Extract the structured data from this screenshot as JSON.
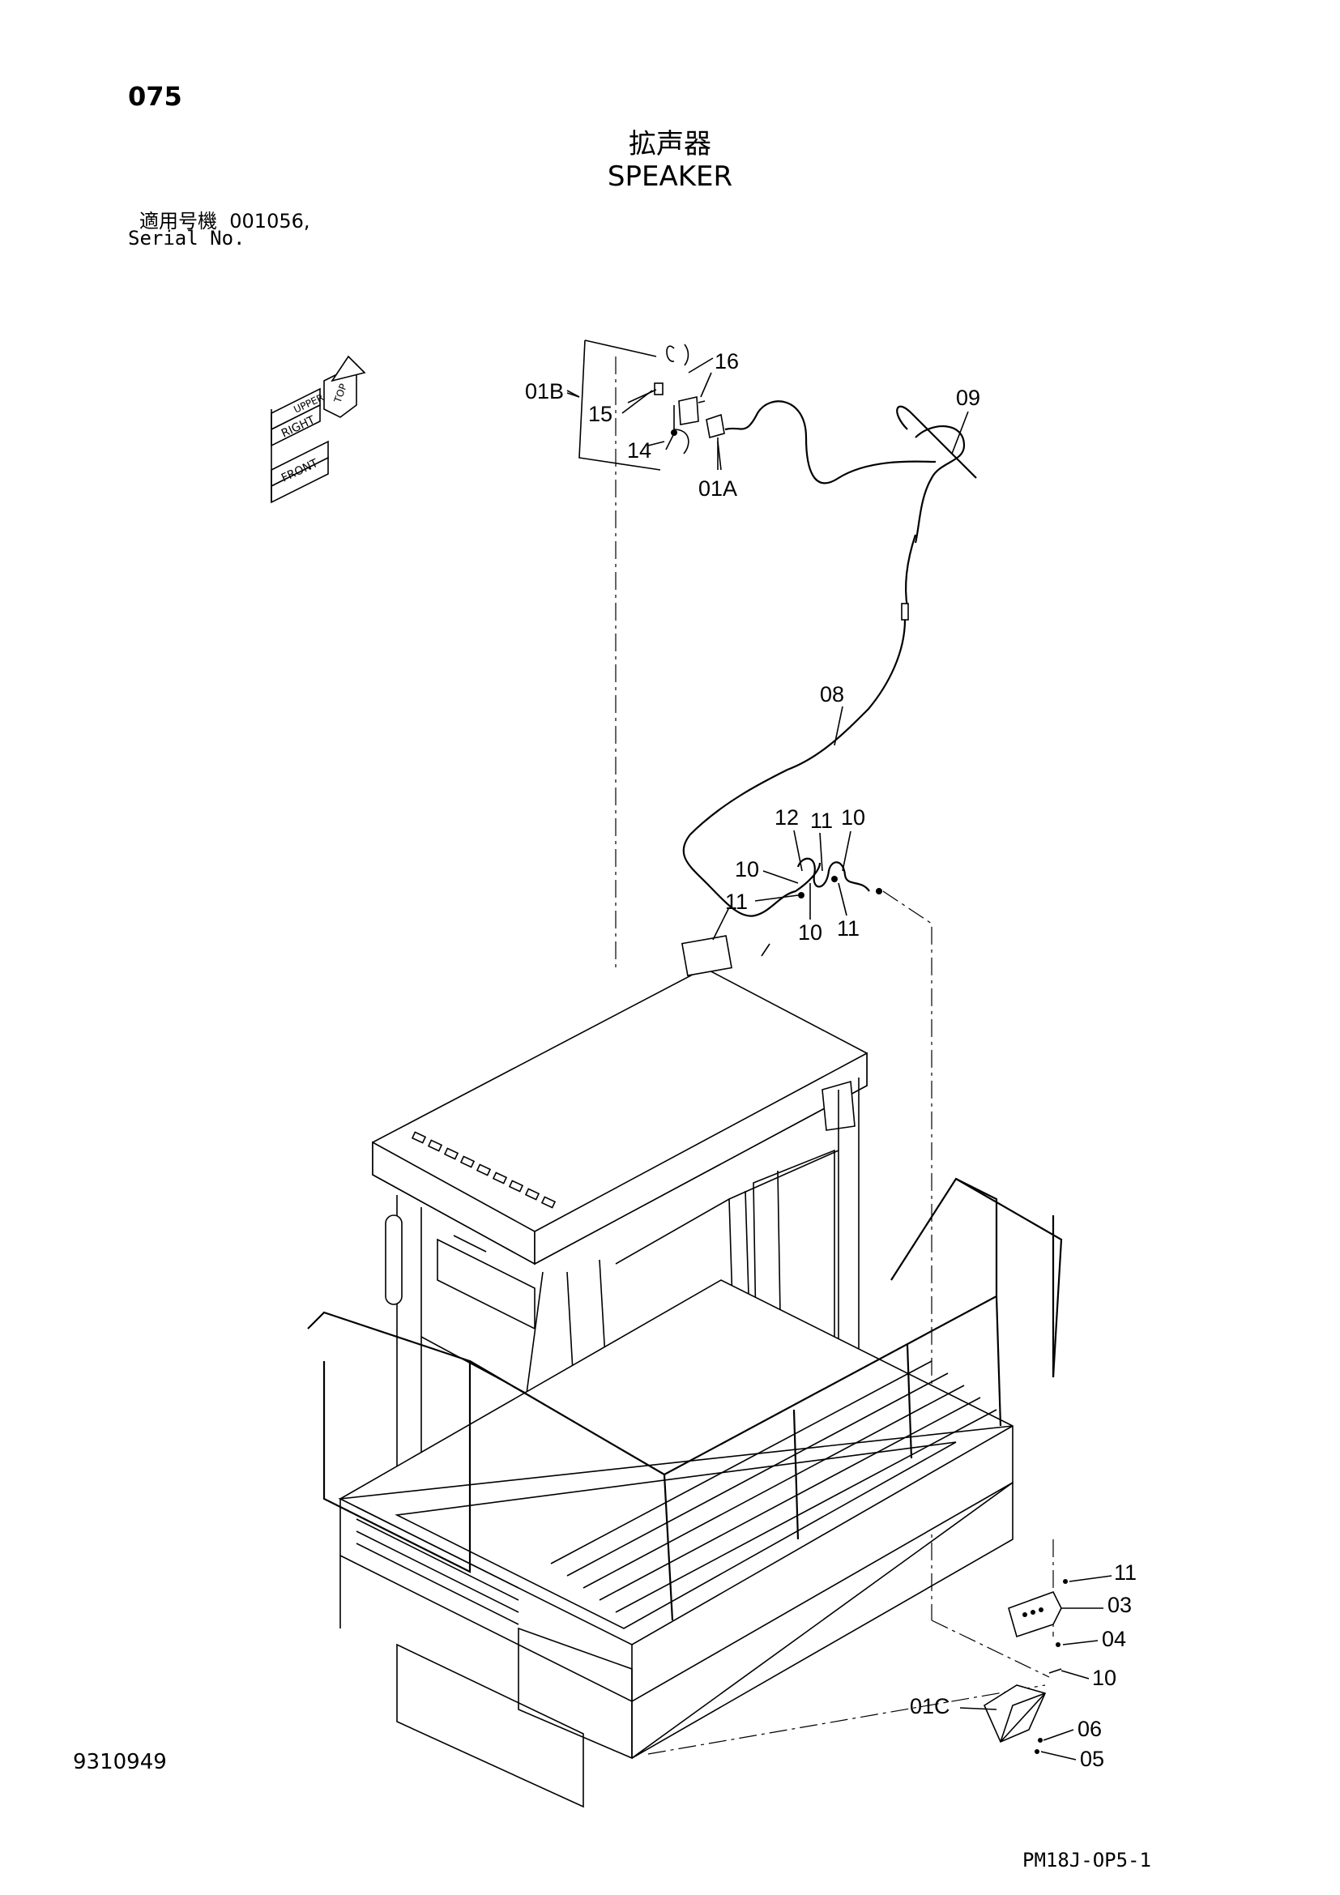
{
  "header": {
    "page_number": "075",
    "title_jp": "拡声器",
    "title_en": "SPEAKER",
    "serial_label_jp": "適用号機",
    "serial_value": "001056,",
    "serial_label_en": "Serial No."
  },
  "orientation_labels": {
    "upper": "UPPER",
    "top": "TOP",
    "right": "RIGHT",
    "front": "FRONT"
  },
  "callouts": {
    "c01B": "01B",
    "c16": "16",
    "c15": "15",
    "c14": "14",
    "c01A": "01A",
    "c09": "09",
    "c08": "08",
    "c12": "12",
    "c11a": "11",
    "c10a": "10",
    "c10b": "10",
    "c11b": "11",
    "c10c": "10",
    "c11c": "11",
    "c11d": "11",
    "c03": "03",
    "c04": "04",
    "c10d": "10",
    "c01C": "01C",
    "c06": "06",
    "c05": "05"
  },
  "footer": {
    "drawing_number": "9310949",
    "sheet_code": "PM18J-OP5-1"
  }
}
